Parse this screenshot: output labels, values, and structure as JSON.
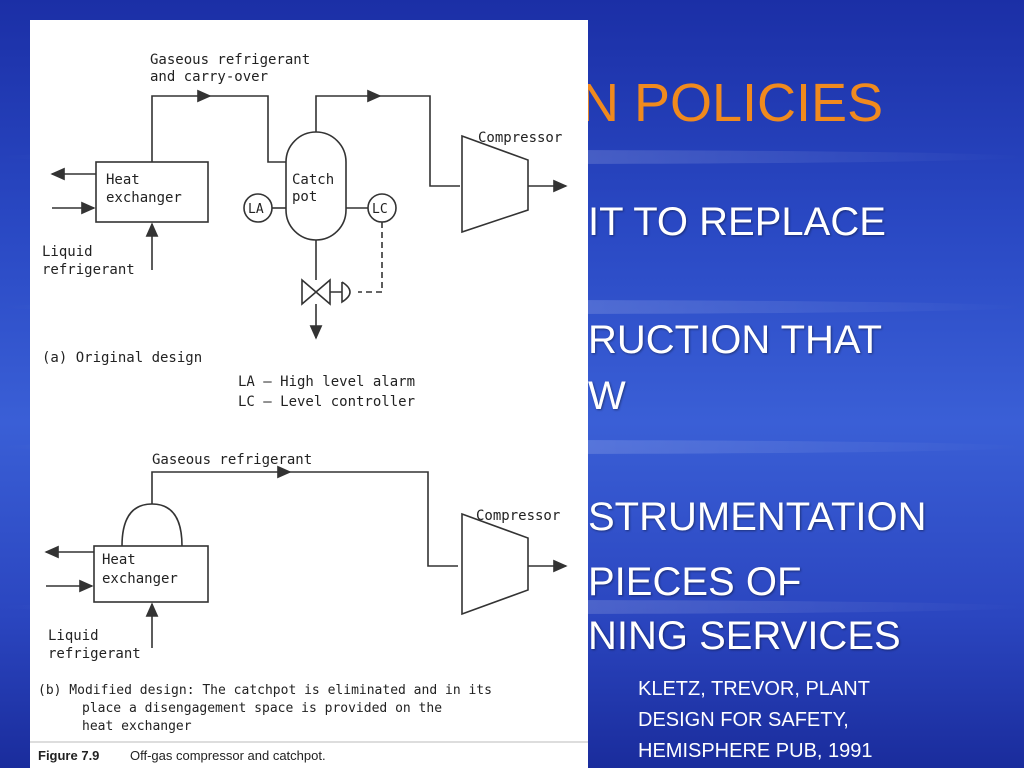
{
  "slide": {
    "title": "N POLICIES",
    "bullets": [
      "IT TO REPLACE",
      "RUCTION THAT",
      "W",
      "STRUMENTATION",
      "PIECES OF",
      "NING SERVICES"
    ],
    "citation": [
      "KLETZ, TREVOR, PLANT",
      "DESIGN FOR SAFETY,",
      "HEMISPHERE PUB, 1991"
    ],
    "title_color": "#f08a1e"
  },
  "figure": {
    "a": {
      "gas_label_1": "Gaseous refrigerant",
      "gas_label_2": "and carry-over",
      "compressor": "Compressor",
      "hx_1": "Heat",
      "hx_2": "exchanger",
      "catch_1": "Catch",
      "catch_2": "pot",
      "la": "LA",
      "lc": "LC",
      "liquid_1": "Liquid",
      "liquid_2": "refrigerant",
      "caption": "(a) Original design",
      "legend_la": "LA — High level alarm",
      "legend_lc": "LC — Level controller"
    },
    "b": {
      "gas_label": "Gaseous refrigerant",
      "compressor": "Compressor",
      "hx_1": "Heat",
      "hx_2": "exchanger",
      "liquid_1": "Liquid",
      "liquid_2": "refrigerant",
      "caption_1": "(b) Modified design: The catchpot is eliminated and in its",
      "caption_2": "place a disengagement space is provided on the",
      "caption_3": "heat exchanger"
    },
    "fig_number": "Figure 7.9",
    "fig_title": "Off-gas compressor and catchpot."
  }
}
